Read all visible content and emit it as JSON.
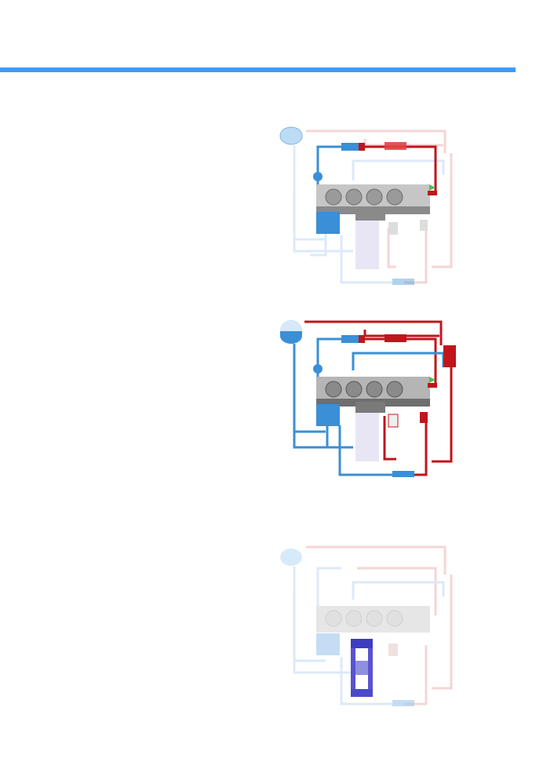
{
  "colors": {
    "accent_bar": "#3d9cff",
    "coolant_cold": "#3a8fd6",
    "coolant_hot": "#c0151c",
    "engine_body": "#9a9a9a",
    "transmission_cooler": "#4a4acb"
  },
  "diagrams": [
    {
      "id": "cooling-circuit-1",
      "highlight": "cold-start-small-circuit"
    },
    {
      "id": "cooling-circuit-2",
      "highlight": "full-circuit-warm"
    },
    {
      "id": "cooling-circuit-3",
      "highlight": "transmission-oil-cooler"
    }
  ]
}
